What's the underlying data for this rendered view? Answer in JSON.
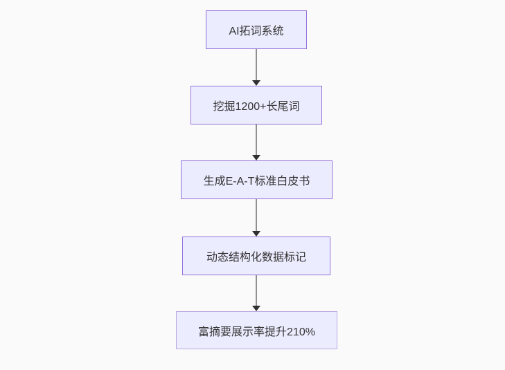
{
  "diagram": {
    "type": "flowchart",
    "direction": "top-down",
    "nodes": [
      {
        "id": "A",
        "label": "AI拓词系统"
      },
      {
        "id": "B",
        "label": "挖掘1200+长尾词"
      },
      {
        "id": "C",
        "label": "生成E-A-T标准白皮书"
      },
      {
        "id": "D",
        "label": "动态结构化数据标记"
      },
      {
        "id": "E",
        "label": "富摘要展示率提升210%"
      }
    ],
    "edges": [
      {
        "from": "A",
        "to": "B",
        "arrow": true
      },
      {
        "from": "B",
        "to": "C",
        "arrow": true
      },
      {
        "from": "C",
        "to": "D",
        "arrow": true
      },
      {
        "from": "D",
        "to": "E",
        "arrow": true
      }
    ],
    "style": {
      "node_fill": "#ececff",
      "node_border": "#9370db",
      "last_node_border": "#b9a7e0",
      "text_color": "#333333",
      "edge_color": "#8f8f8f",
      "arrowhead_color": "#2f2f2f",
      "background": "#fafafa"
    }
  }
}
